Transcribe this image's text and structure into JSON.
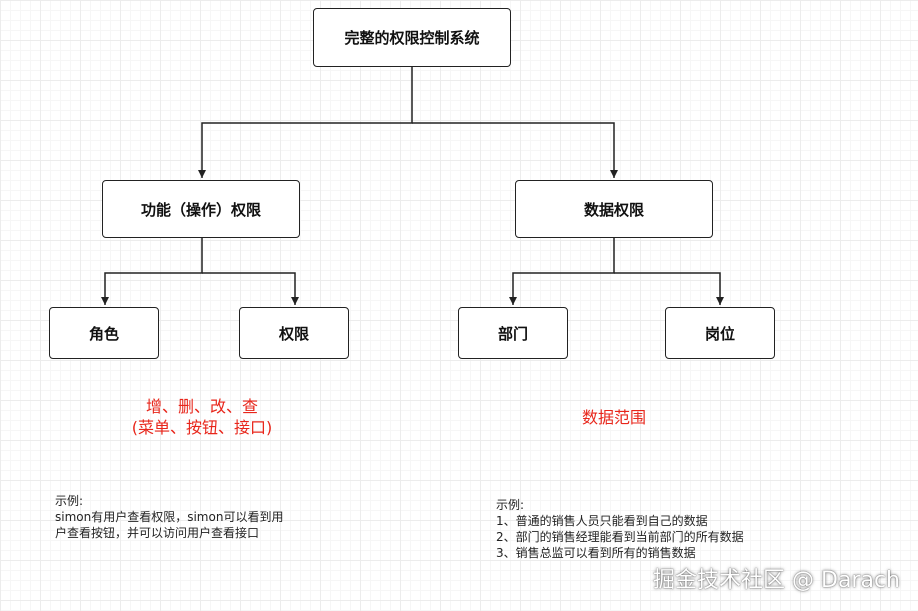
{
  "nodes": {
    "root": "完整的权限控制系统",
    "functional": "功能（操作）权限",
    "data": "数据权限",
    "role": "角色",
    "permission": "权限",
    "department": "部门",
    "position": "岗位"
  },
  "annotations": {
    "functional_line1": "增、删、改、查",
    "functional_line2": "(菜单、按钮、接口)",
    "data_scope": "数据范围"
  },
  "notes": {
    "left": {
      "title": "示例:",
      "lines": [
        "simon有用户查看权限，simon可以看到用",
        "户查看按钮，并可以访问用户查看接口"
      ]
    },
    "right": {
      "title": "示例:",
      "lines": [
        "1、普通的销售人员只能看到自己的数据",
        "2、部门的销售经理能看到当前部门的所有数据",
        "3、销售总监可以看到所有的销售数据"
      ]
    }
  },
  "watermark": "掘金技术社区 @ Darach",
  "colors": {
    "accent_red": "#e8261b",
    "border": "#222222"
  }
}
